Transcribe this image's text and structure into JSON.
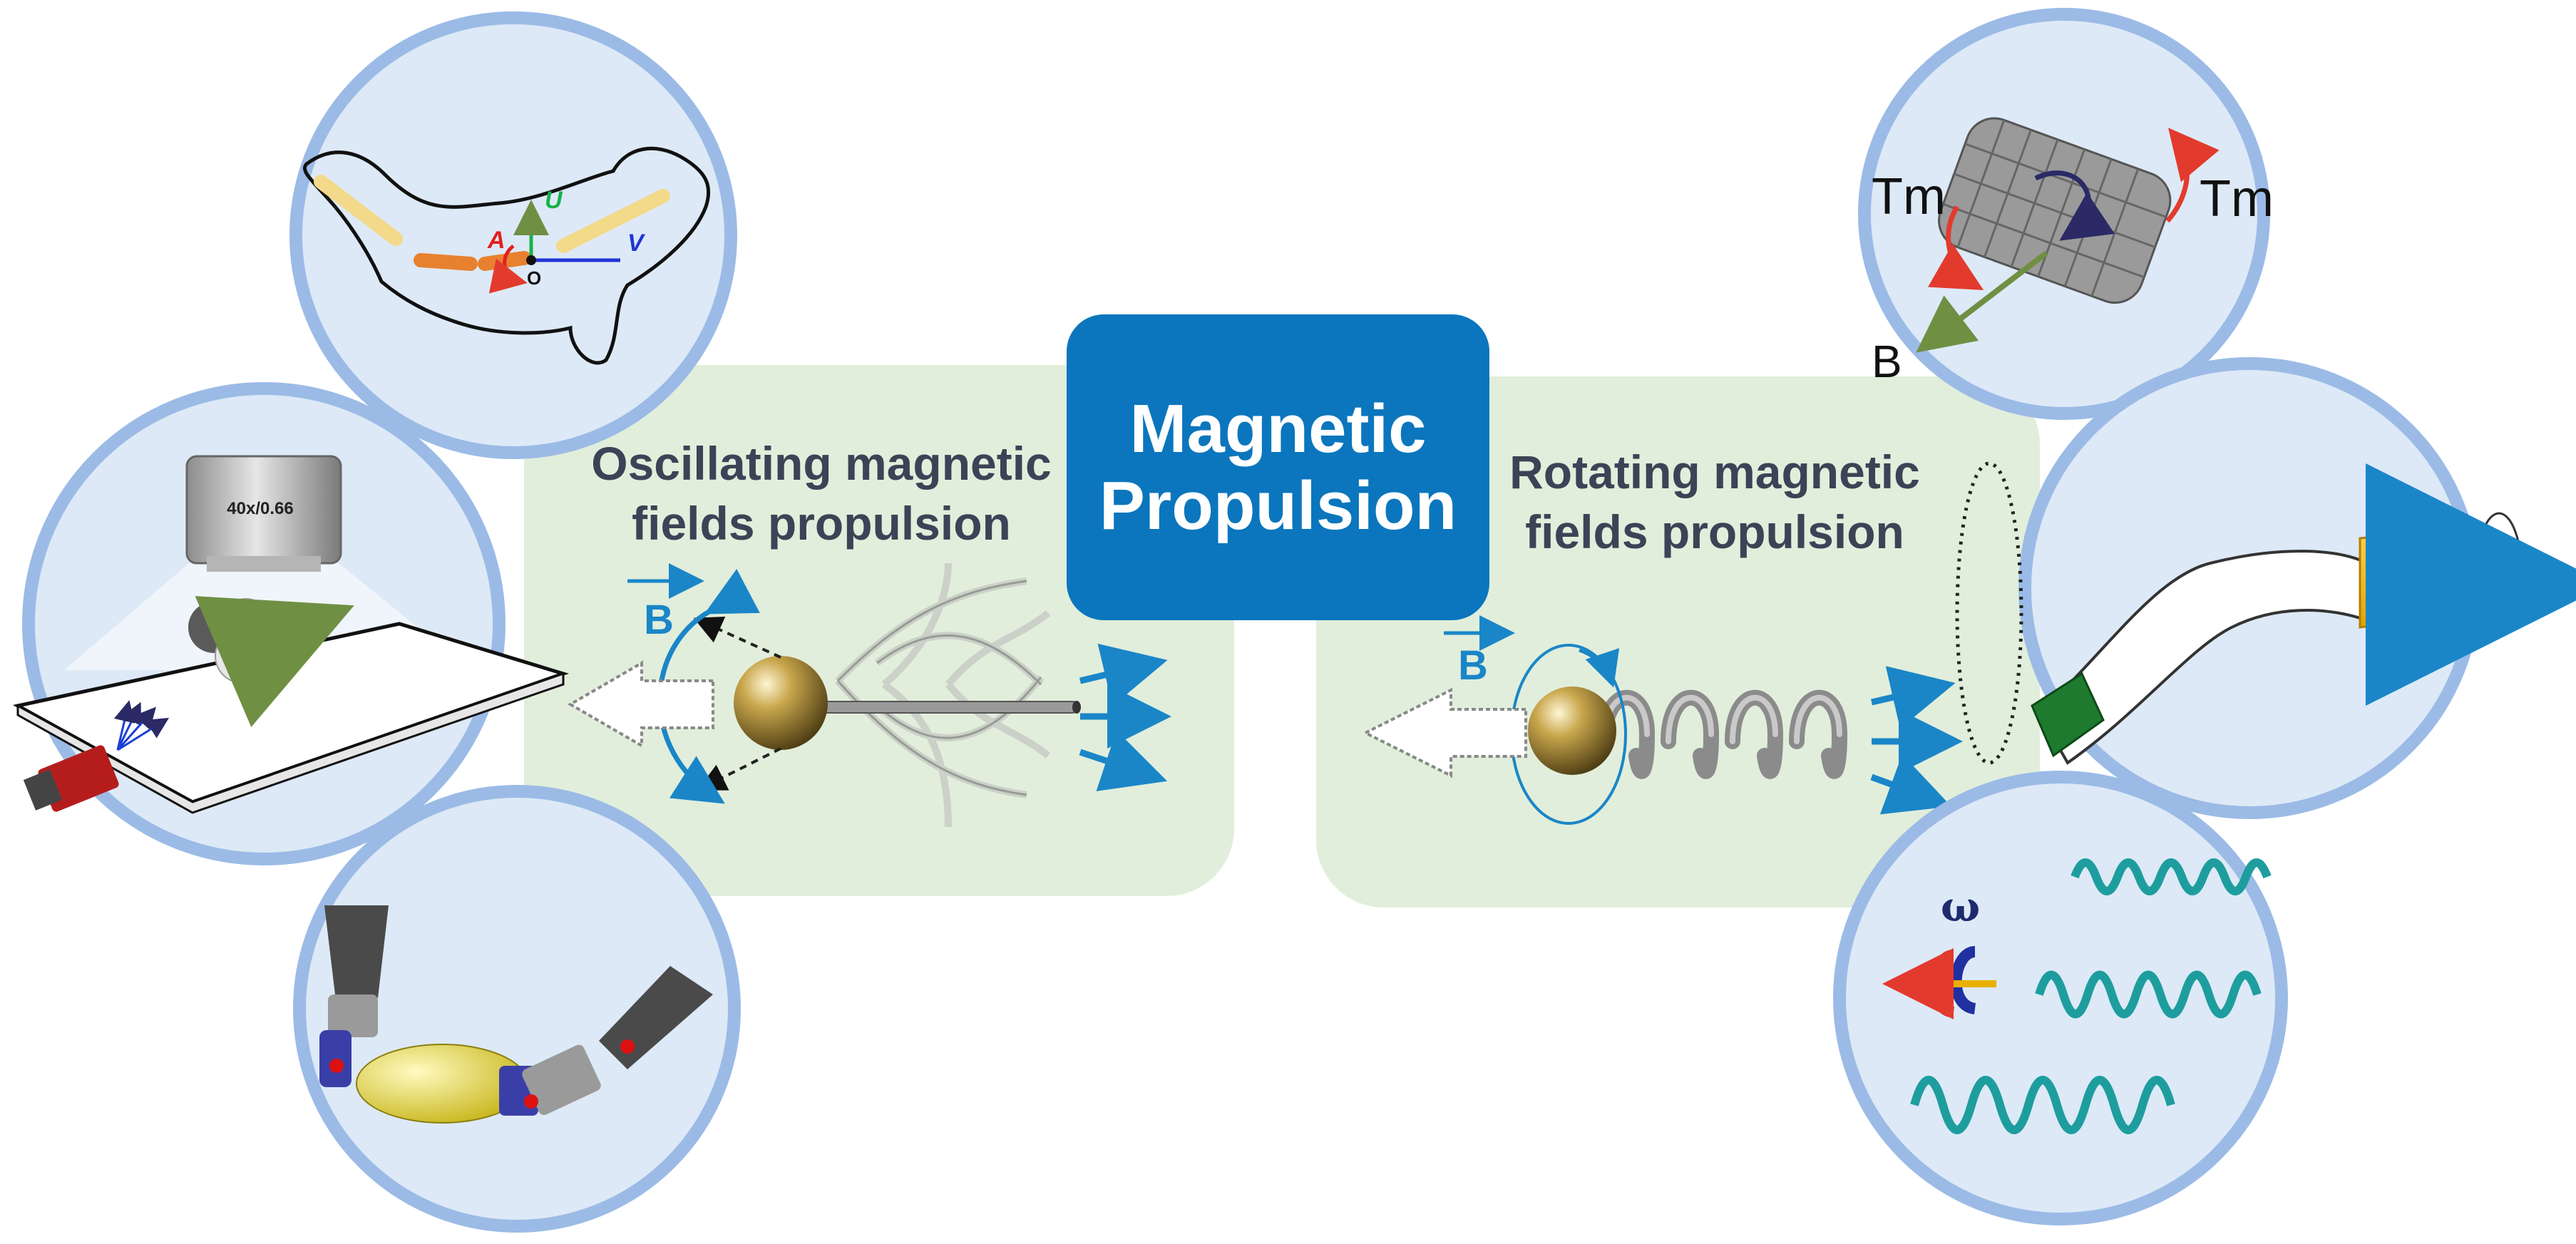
{
  "center": {
    "line1": "Magnetic",
    "line2": "Propulsion"
  },
  "oscillating": {
    "title_line1": "Oscillating magnetic",
    "title_line2": "fields propulsion",
    "field_label": "B"
  },
  "rotating": {
    "title_line1": "Rotating magnetic",
    "title_line2": "fields propulsion",
    "field_label": "B"
  },
  "panels": {
    "fish": {
      "u": "U",
      "v": "V",
      "a": "A",
      "o": "O"
    },
    "microscope": {
      "objective": "40x/0.66"
    },
    "rolled": {
      "torque_left": "Tm",
      "torque_right": "Tm",
      "field": "B"
    },
    "helices": {
      "omega": "ω"
    }
  },
  "colors": {
    "title_box": "#0b76bd",
    "panel_green": "#e1eedb",
    "circle_fill": "#dde9f6",
    "circle_ring": "#9bbbe6",
    "field_blue": "#1a86c8",
    "coil_teal": "#1e9d9f",
    "joint_yellow": "#f2df4c"
  }
}
